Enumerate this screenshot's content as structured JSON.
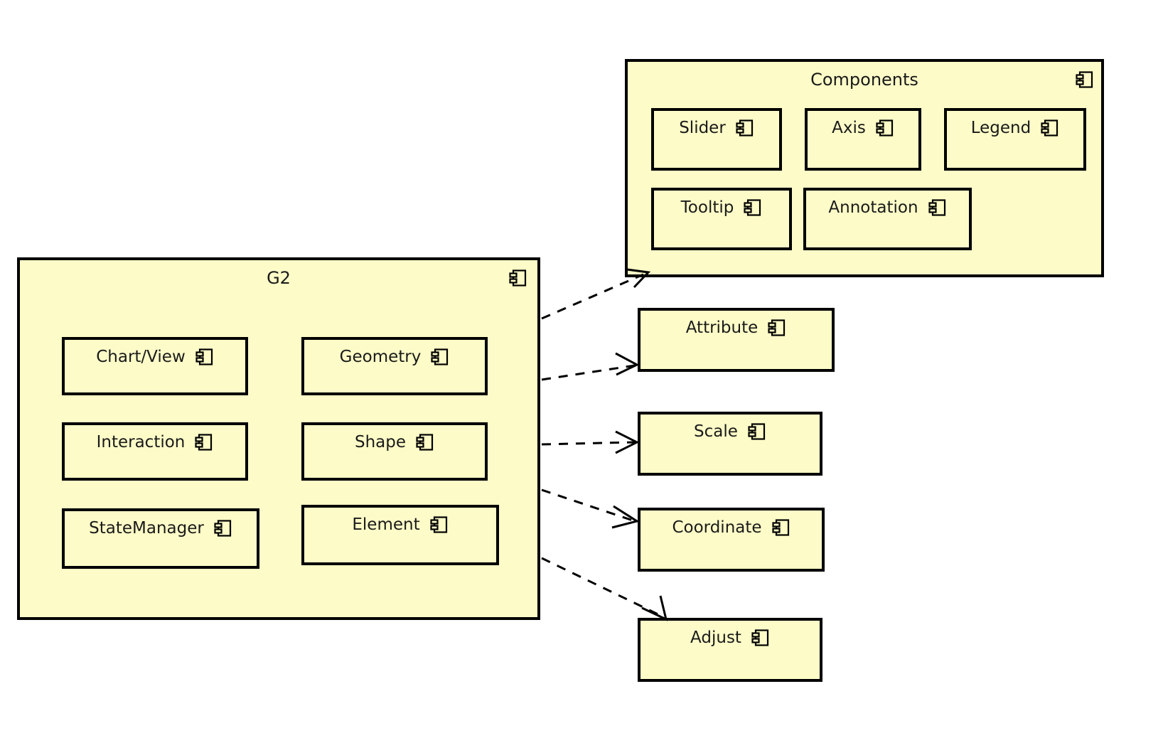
{
  "diagram": {
    "type": "uml-component-diagram",
    "background_color": "#ffffff",
    "fill_color": "#fdfcc8",
    "stroke_color": "#000000",
    "text_color": "#1a1a1a",
    "icon_name": "uml-component-icon"
  },
  "packages": [
    {
      "id": "components-package",
      "title": "Components",
      "icon": "uml-component-icon",
      "components": [
        {
          "id": "slider",
          "label": "Slider",
          "icon": "uml-component-icon"
        },
        {
          "id": "axis",
          "label": "Axis",
          "icon": "uml-component-icon"
        },
        {
          "id": "legend",
          "label": "Legend",
          "icon": "uml-component-icon"
        },
        {
          "id": "tooltip",
          "label": "Tooltip",
          "icon": "uml-component-icon"
        },
        {
          "id": "annotation",
          "label": "Annotation",
          "icon": "uml-component-icon"
        }
      ]
    },
    {
      "id": "g2-package",
      "title": "G2",
      "icon": "uml-component-icon",
      "components": [
        {
          "id": "chart-view",
          "label": "Chart/View",
          "icon": "uml-component-icon"
        },
        {
          "id": "geometry",
          "label": "Geometry",
          "icon": "uml-component-icon"
        },
        {
          "id": "interaction",
          "label": "Interaction",
          "icon": "uml-component-icon"
        },
        {
          "id": "shape",
          "label": "Shape",
          "icon": "uml-component-icon"
        },
        {
          "id": "state-manager",
          "label": "StateManager",
          "icon": "uml-component-icon"
        },
        {
          "id": "element",
          "label": "Element",
          "icon": "uml-component-icon"
        }
      ]
    }
  ],
  "standalone_components": [
    {
      "id": "attribute",
      "label": "Attribute",
      "icon": "uml-component-icon"
    },
    {
      "id": "scale",
      "label": "Scale",
      "icon": "uml-component-icon"
    },
    {
      "id": "coordinate",
      "label": "Coordinate",
      "icon": "uml-component-icon"
    },
    {
      "id": "adjust",
      "label": "Adjust",
      "icon": "uml-component-icon"
    }
  ],
  "dependencies": [
    {
      "id": "g2-to-components",
      "from": "g2-package",
      "to": "components-package",
      "style": "dashed",
      "arrow": "open"
    },
    {
      "id": "g2-to-attribute",
      "from": "g2-package",
      "to": "attribute",
      "style": "dashed",
      "arrow": "open"
    },
    {
      "id": "g2-to-scale",
      "from": "g2-package",
      "to": "scale",
      "style": "dashed",
      "arrow": "open"
    },
    {
      "id": "g2-to-coordinate",
      "from": "g2-package",
      "to": "coordinate",
      "style": "dashed",
      "arrow": "open"
    },
    {
      "id": "g2-to-adjust",
      "from": "g2-package",
      "to": "adjust",
      "style": "dashed",
      "arrow": "open"
    }
  ]
}
